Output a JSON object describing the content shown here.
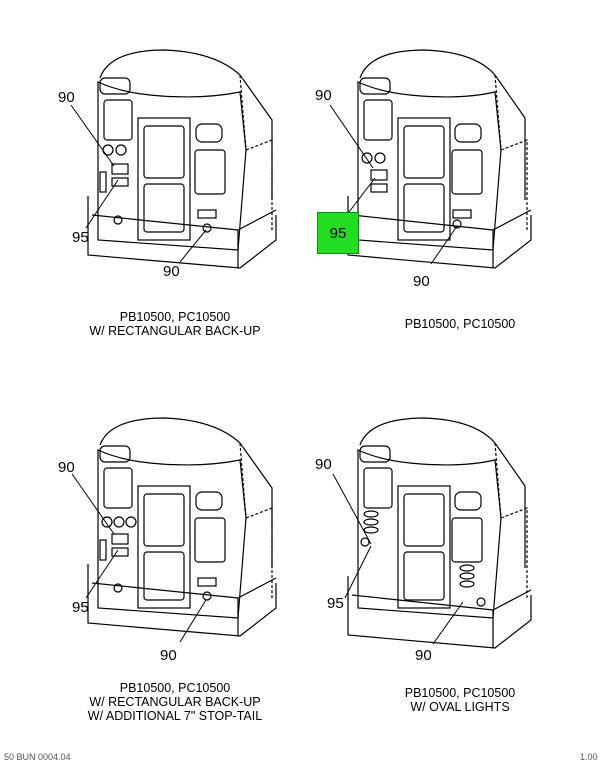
{
  "panels": [
    {
      "id": "top-left",
      "callouts": {
        "upper": "90",
        "left": "95",
        "lower": "90"
      },
      "caption": [
        "PB10500, PC10500",
        "W/ RECTANGULAR BACK-UP"
      ]
    },
    {
      "id": "top-right",
      "callouts": {
        "upper": "90",
        "left": "95",
        "lower": "90"
      },
      "caption": [
        "PB10500, PC10500"
      ]
    },
    {
      "id": "bottom-left",
      "callouts": {
        "upper": "90",
        "left": "95",
        "lower": "90"
      },
      "caption": [
        "PB10500, PC10500",
        "W/ RECTANGULAR BACK-UP",
        "W/ ADDITIONAL 7\" STOP-TAIL"
      ]
    },
    {
      "id": "bottom-right",
      "callouts": {
        "upper": "90",
        "left": "95",
        "lower": "90"
      },
      "caption": [
        "PB10500, PC10500",
        "W/ OVAL LIGHTS"
      ]
    }
  ],
  "highlight_color": "#22dd22",
  "footer": {
    "left": "50 BUN 0004.04",
    "right": "1.00"
  }
}
